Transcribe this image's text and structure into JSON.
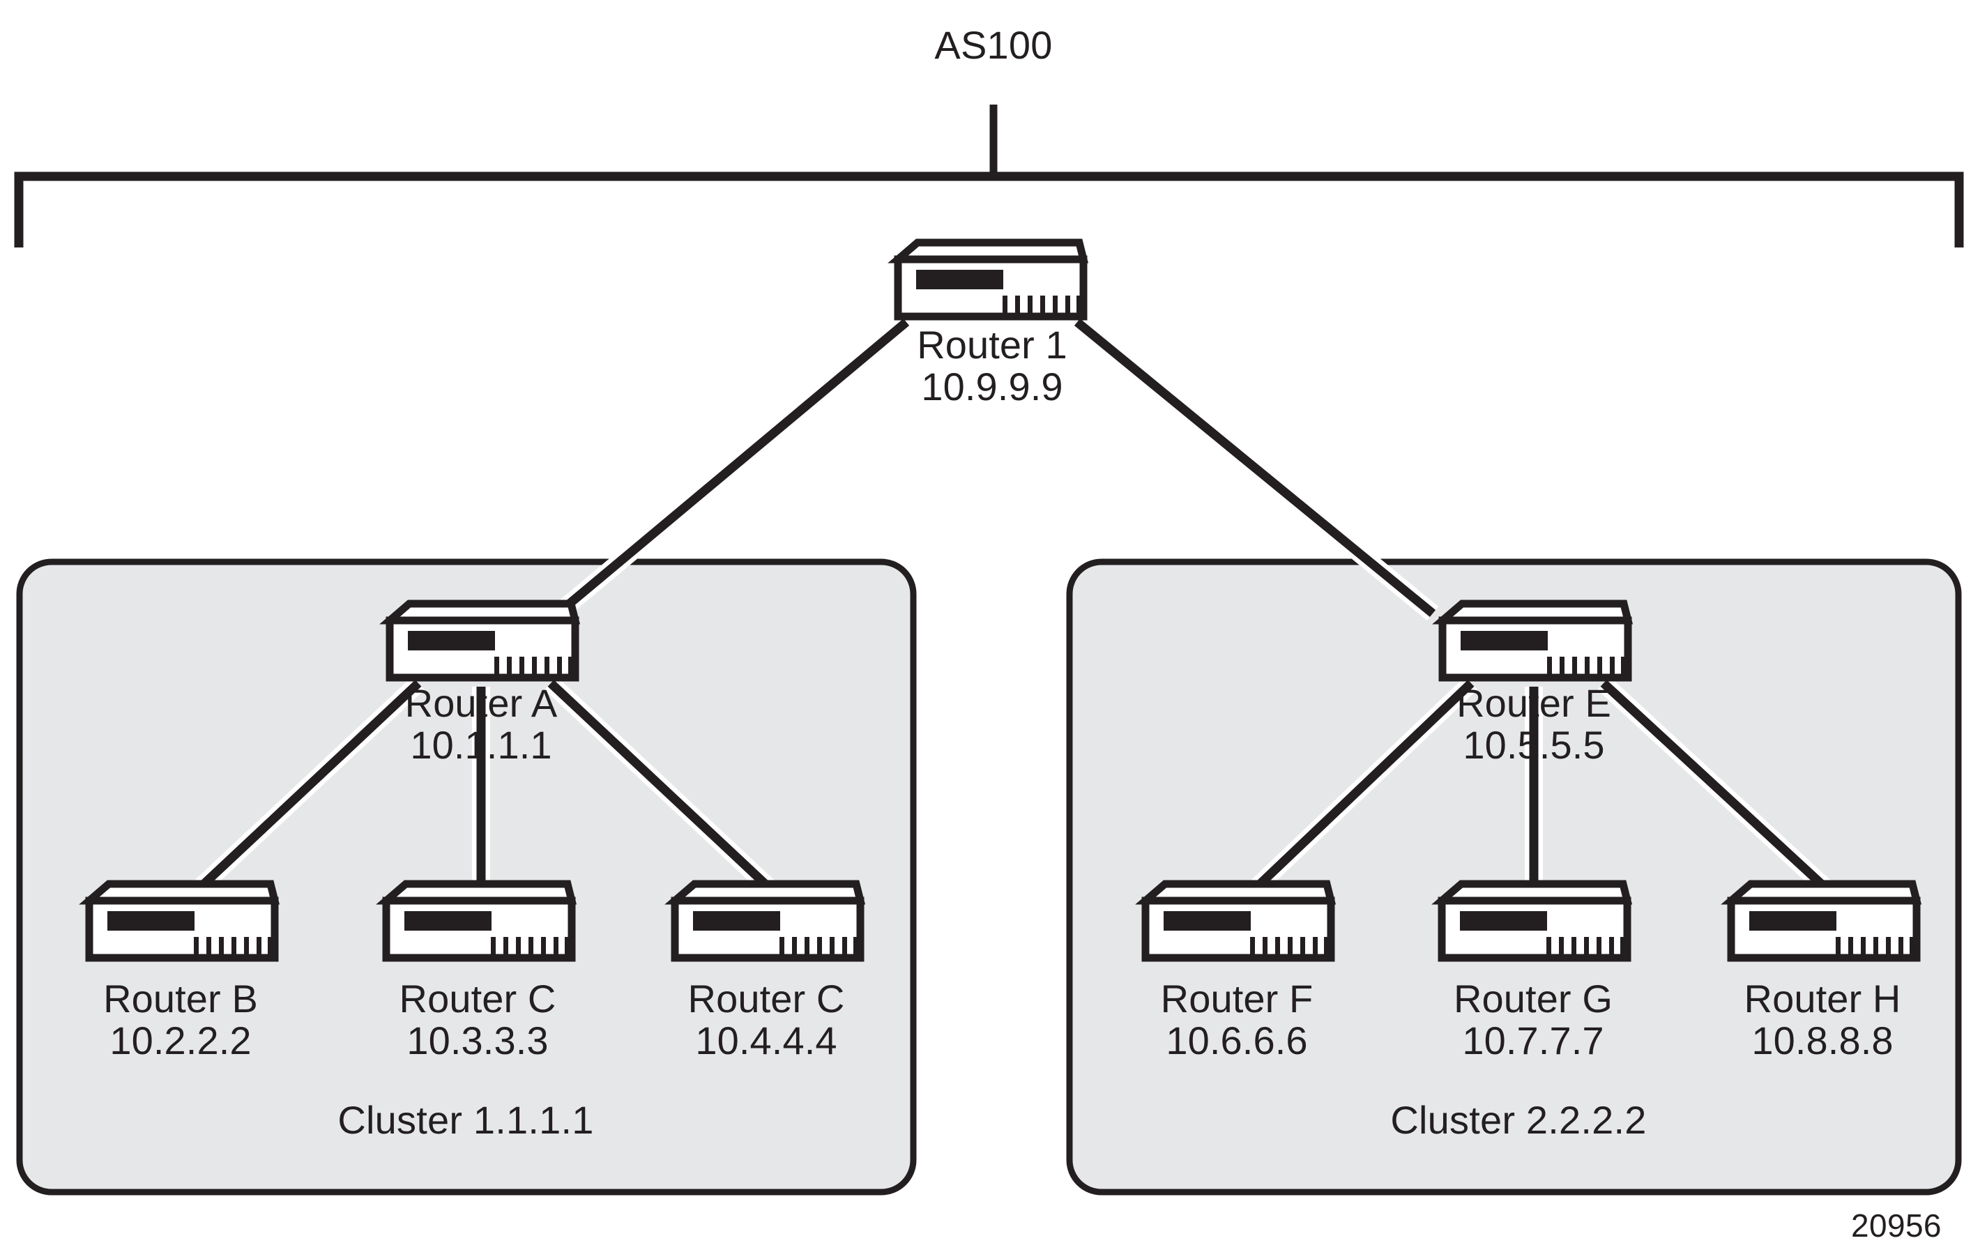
{
  "figure": {
    "id_label": "20956",
    "as_label": "AS100",
    "background_color": "#ffffff",
    "ink_color": "#231f20",
    "cluster_fill_color": "#e6e7e9"
  },
  "as_boundary": {
    "label": "AS100",
    "name": "as100-bracket"
  },
  "top_router": {
    "name": "Router 1",
    "ip": "10.9.9.9",
    "icon": "router-icon"
  },
  "clusters": [
    {
      "label": "Cluster 1.1.1.1",
      "reflector": {
        "name": "Router A",
        "ip": "10.1.1.1",
        "icon": "router-icon"
      },
      "clients": [
        {
          "name": "Router B",
          "ip": "10.2.2.2",
          "icon": "router-icon"
        },
        {
          "name": "Router C",
          "ip": "10.3.3.3",
          "icon": "router-icon"
        },
        {
          "name": "Router C",
          "ip": "10.4.4.4",
          "icon": "router-icon"
        }
      ]
    },
    {
      "label": "Cluster 2.2.2.2",
      "reflector": {
        "name": "Router E",
        "ip": "10.5.5.5",
        "icon": "router-icon"
      },
      "clients": [
        {
          "name": "Router F",
          "ip": "10.6.6.6",
          "icon": "router-icon"
        },
        {
          "name": "Router G",
          "ip": "10.7.7.7",
          "icon": "router-icon"
        },
        {
          "name": "Router H",
          "ip": "10.8.8.8",
          "icon": "router-icon"
        }
      ]
    }
  ],
  "links": [
    {
      "from": "Router 1",
      "to": "Router A"
    },
    {
      "from": "Router 1",
      "to": "Router E"
    },
    {
      "from": "Router A",
      "to": "Router B"
    },
    {
      "from": "Router A",
      "to": "Router C"
    },
    {
      "from": "Router A",
      "to": "Router C"
    },
    {
      "from": "Router E",
      "to": "Router F"
    },
    {
      "from": "Router E",
      "to": "Router G"
    },
    {
      "from": "Router E",
      "to": "Router H"
    }
  ]
}
